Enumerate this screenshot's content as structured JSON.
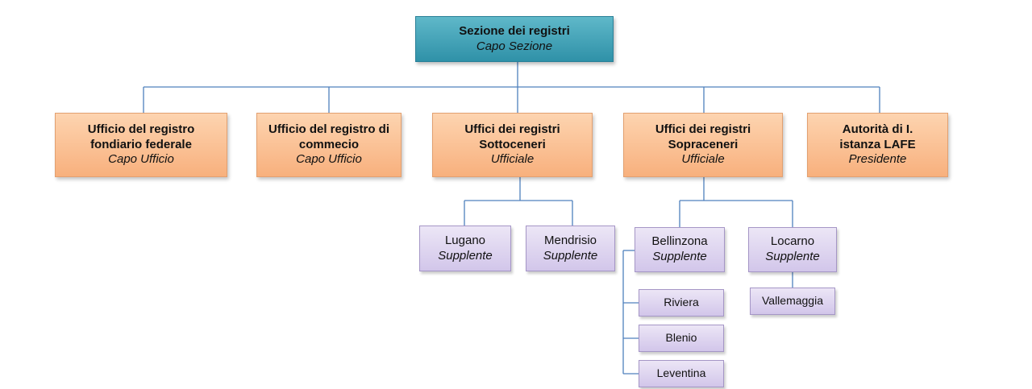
{
  "nodes": {
    "root": {
      "title": "Sezione dei registri",
      "role": "Capo Sezione"
    },
    "fondiario": {
      "title": "Ufficio del registro fondiario federale",
      "role": "Capo Ufficio"
    },
    "commercio": {
      "title": "Ufficio del registro di commecio",
      "role": "Capo Ufficio"
    },
    "sottoceneri": {
      "title": "Uffici dei registri Sottoceneri",
      "role": "Ufficiale"
    },
    "sopraceneri": {
      "title": "Uffici dei registri Sopraceneri",
      "role": "Ufficiale"
    },
    "lafe": {
      "title": "Autorità di I. istanza LAFE",
      "role": "Presidente"
    },
    "lugano": {
      "title": "Lugano",
      "role": "Supplente"
    },
    "mendrisio": {
      "title": "Mendrisio",
      "role": "Supplente"
    },
    "bellinzona": {
      "title": "Bellinzona",
      "role": "Supplente"
    },
    "locarno": {
      "title": "Locarno",
      "role": "Supplente"
    },
    "riviera": {
      "title": "Riviera"
    },
    "blenio": {
      "title": "Blenio"
    },
    "leventina": {
      "title": "Leventina"
    },
    "vallemaggia": {
      "title": "Vallemaggia"
    }
  },
  "colors": {
    "line": "#4f81bd",
    "top": "#2f91a8",
    "orange": "#f8b07d",
    "purple": "#d2c6ea"
  }
}
